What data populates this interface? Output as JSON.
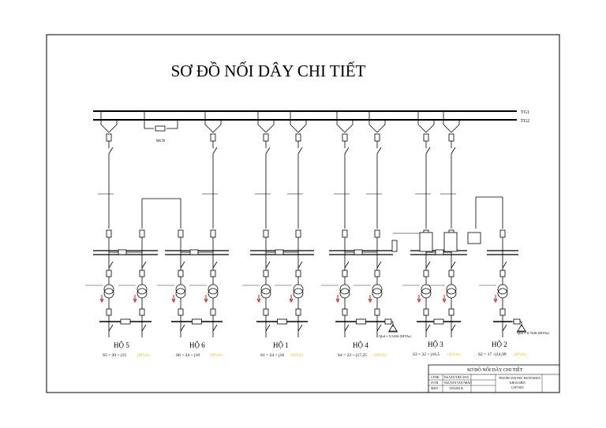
{
  "diagram": {
    "title": "SƠ ĐỒ NỐI DÂY CHI TIẾT",
    "bus_labels": [
      "TG1",
      "TG2"
    ],
    "coupler_label": "MCN",
    "households": [
      {
        "name": "HỘ 5",
        "load": "S5 = 20 + j15",
        "unit": "(MVA)"
      },
      {
        "name": "HỘ 6",
        "load": "S6 = 24 + j18",
        "unit": "(MVA)"
      },
      {
        "name": "HỘ 1",
        "load": "S1 = 24 + j18",
        "unit": "(MVA)"
      },
      {
        "name": "HỘ 4",
        "load": "S4 = 23 + j17,25",
        "unit": "(MVA)"
      },
      {
        "name": "HỘ 3",
        "load": "S3 = 22 + j16.5",
        "unit": "(MVA)"
      },
      {
        "name": "HỘ 2",
        "load": "S2 = 17 +j14,99",
        "unit": "(MVA)"
      }
    ],
    "compensation": [
      {
        "label": "Qb4 = 5,5434 (MVAr)"
      },
      {
        "label": "Qb2 = 0,7628 (MVAr)"
      }
    ]
  },
  "title_block": {
    "heading": "SƠ ĐỒ NỐI DÂY CHI TIẾT",
    "rows": [
      {
        "role": "GVHD",
        "value": "HA VAN XIEU DAO"
      },
      {
        "role": "SVTH",
        "value": "NGUYEN VAN NHAO"
      },
      {
        "role": "MSSV",
        "value": "1053200116"
      }
    ],
    "school": [
      "TRUONG DAI HOC BACH KHOA",
      "KHOA DIEN",
      "LOP 53D3"
    ]
  },
  "colors": {
    "line": "#000000",
    "arrow": "#e01010",
    "unit": "#e8c800"
  }
}
